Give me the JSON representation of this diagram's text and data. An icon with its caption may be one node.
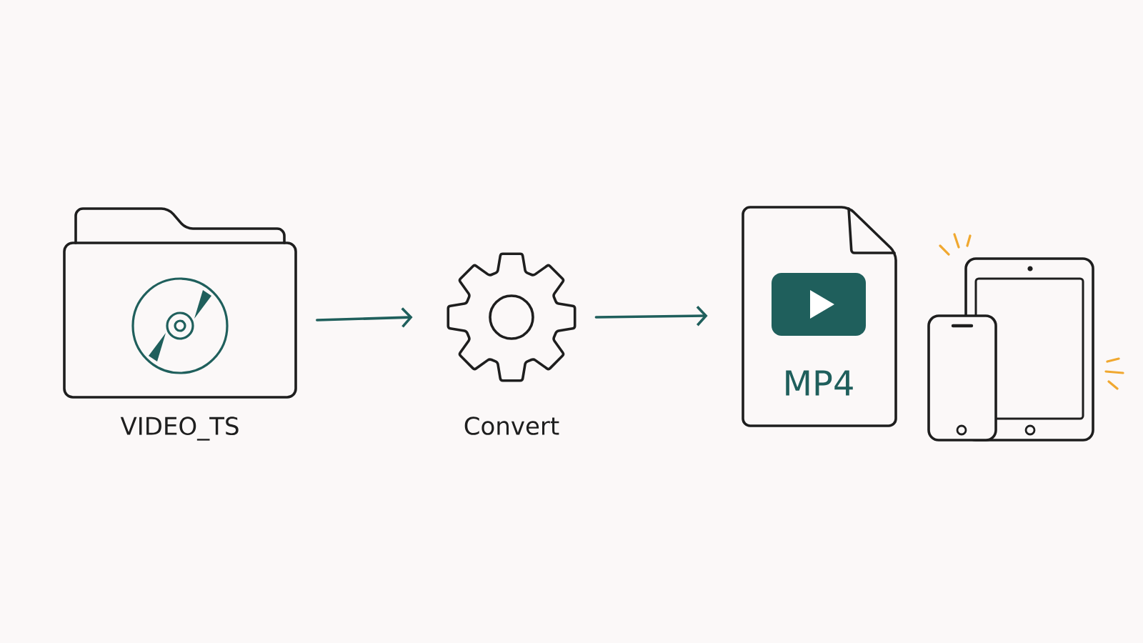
{
  "diagram": {
    "nodes": [
      {
        "text": [
          "VIDEO_TS"
        ]
      },
      {
        "text": [
          "Convert"
        ]
      },
      {
        "text": [
          "MP4"
        ]
      }
    ],
    "edges": [
      {
        "from": 0,
        "to": 1,
        "arrow": "to"
      },
      {
        "from": 1,
        "to": 2,
        "arrow": "to"
      }
    ]
  }
}
